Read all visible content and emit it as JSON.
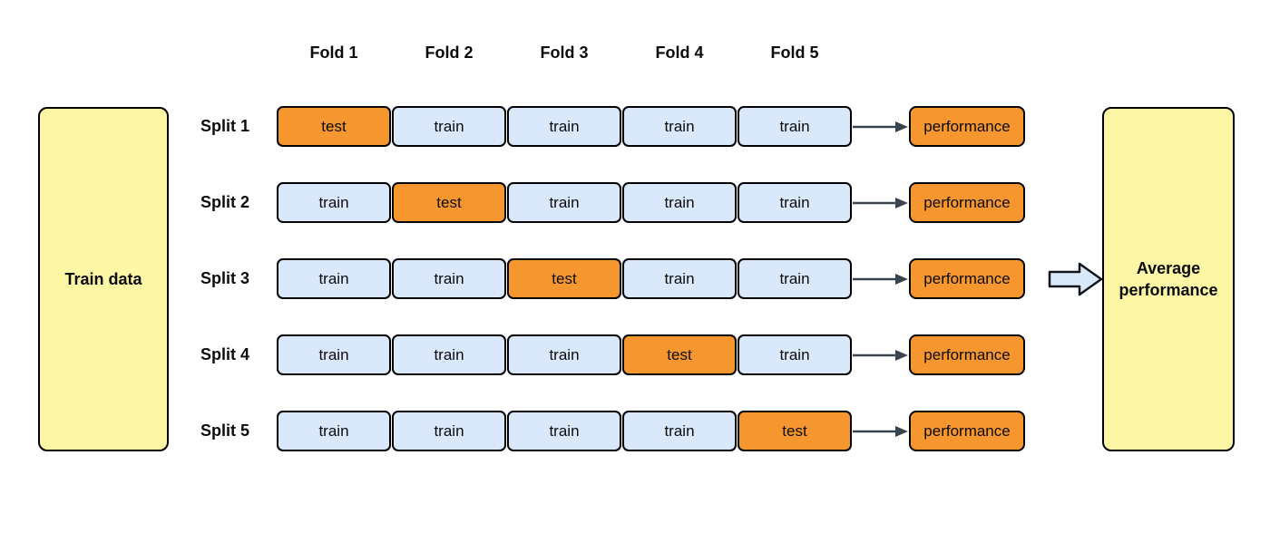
{
  "diagram": {
    "left_box_label": "Train data",
    "right_box_label": "Average performance"
  },
  "fold_headers": [
    "Fold 1",
    "Fold 2",
    "Fold 3",
    "Fold 4",
    "Fold 5"
  ],
  "rows": [
    {
      "label": "Split 1",
      "cells": [
        {
          "text": "test",
          "type": "test"
        },
        {
          "text": "train",
          "type": "train"
        },
        {
          "text": "train",
          "type": "train"
        },
        {
          "text": "train",
          "type": "train"
        },
        {
          "text": "train",
          "type": "train"
        }
      ],
      "performance": "performance"
    },
    {
      "label": "Split 2",
      "cells": [
        {
          "text": "train",
          "type": "train"
        },
        {
          "text": "test",
          "type": "test"
        },
        {
          "text": "train",
          "type": "train"
        },
        {
          "text": "train",
          "type": "train"
        },
        {
          "text": "train",
          "type": "train"
        }
      ],
      "performance": "performance"
    },
    {
      "label": "Split 3",
      "cells": [
        {
          "text": "train",
          "type": "train"
        },
        {
          "text": "train",
          "type": "train"
        },
        {
          "text": "test",
          "type": "test"
        },
        {
          "text": "train",
          "type": "train"
        },
        {
          "text": "train",
          "type": "train"
        }
      ],
      "performance": "performance"
    },
    {
      "label": "Split 4",
      "cells": [
        {
          "text": "train",
          "type": "train"
        },
        {
          "text": "train",
          "type": "train"
        },
        {
          "text": "train",
          "type": "train"
        },
        {
          "text": "test",
          "type": "test"
        },
        {
          "text": "train",
          "type": "train"
        }
      ],
      "performance": "performance"
    },
    {
      "label": "Split 5",
      "cells": [
        {
          "text": "train",
          "type": "train"
        },
        {
          "text": "train",
          "type": "train"
        },
        {
          "text": "train",
          "type": "train"
        },
        {
          "text": "train",
          "type": "train"
        },
        {
          "text": "test",
          "type": "test"
        }
      ],
      "performance": "performance"
    }
  ],
  "icons": {
    "row_arrow": "arrow-right-icon",
    "summary_arrow": "block-arrow-right-icon"
  },
  "colors": {
    "yellow": "#fdf6a4",
    "light_blue": "#dae8fc",
    "orange": "#f5962f",
    "arrow_stroke": "#3b4550",
    "border": "#000000"
  }
}
